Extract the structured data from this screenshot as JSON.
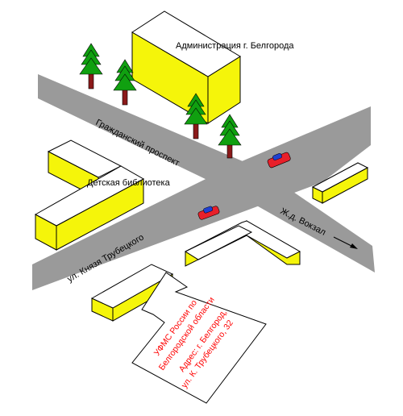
{
  "colors": {
    "road": "#9a9a9a",
    "building_side": "#f5f50a",
    "building_top": "#ffffff",
    "tree": "#10a010",
    "trunk": "#8b1a1a",
    "address_text": "#ff0000",
    "car_body_1": "#e8202a",
    "car_body_2": "#e8202a",
    "car_window": "#2040d0"
  },
  "labels": {
    "administration": "Администрация г. Белгорода",
    "library": "Детская библиотека",
    "avenue": "Гражданский проспект",
    "street": "ул. Князя Трубецкого",
    "station": "Ж.д. Вокзал"
  },
  "callout": {
    "line1": "УФМС России по",
    "line2": "Белгородской области",
    "line3": "Адрес: г. Белгород,",
    "line4": "ул. К. Трубецкого, 32"
  },
  "icons": {
    "direction_arrow": "arrow-right-icon",
    "tree": "tree-icon",
    "car": "car-icon"
  }
}
